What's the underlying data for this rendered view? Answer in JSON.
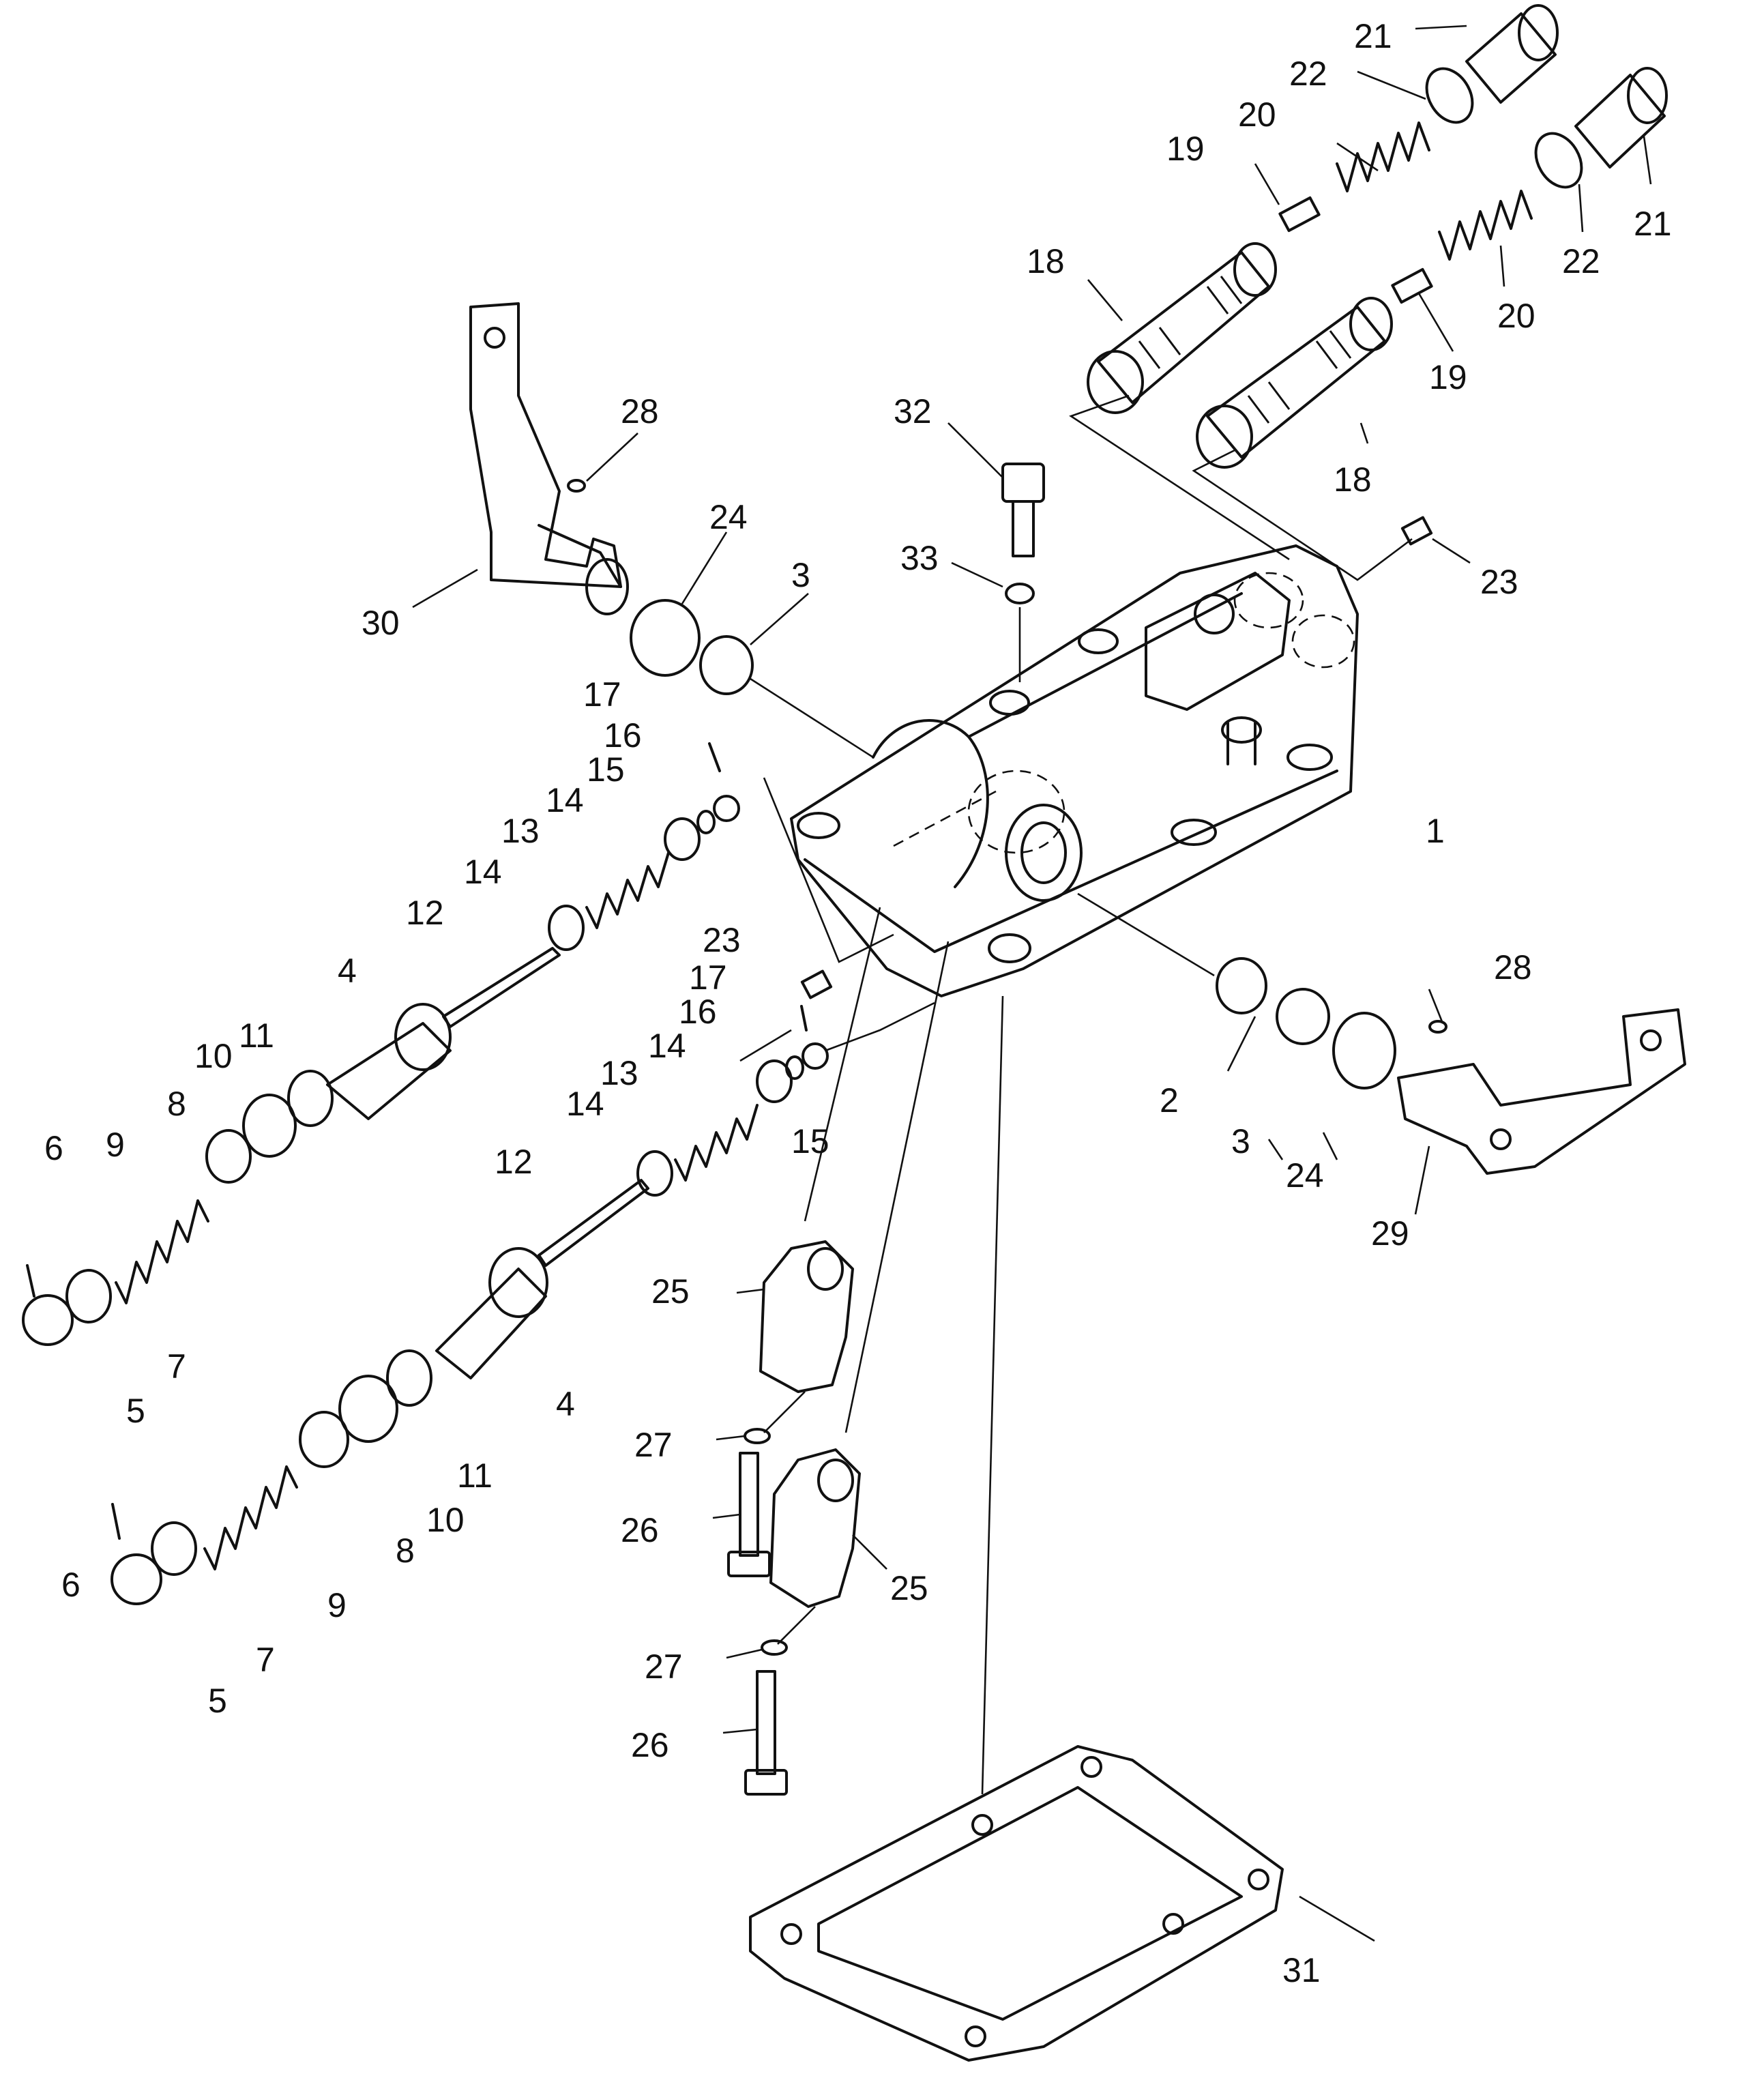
{
  "labels": [
    {
      "n": "1"
    },
    {
      "n": "2"
    },
    {
      "n": "3"
    },
    {
      "n": "3"
    },
    {
      "n": "4"
    },
    {
      "n": "4"
    },
    {
      "n": "5"
    },
    {
      "n": "5"
    },
    {
      "n": "6"
    },
    {
      "n": "6"
    },
    {
      "n": "7"
    },
    {
      "n": "7"
    },
    {
      "n": "8"
    },
    {
      "n": "8"
    },
    {
      "n": "9"
    },
    {
      "n": "9"
    },
    {
      "n": "10"
    },
    {
      "n": "10"
    },
    {
      "n": "11"
    },
    {
      "n": "11"
    },
    {
      "n": "12"
    },
    {
      "n": "12"
    },
    {
      "n": "13"
    },
    {
      "n": "13"
    },
    {
      "n": "14"
    },
    {
      "n": "14"
    },
    {
      "n": "14"
    },
    {
      "n": "14"
    },
    {
      "n": "15"
    },
    {
      "n": "15"
    },
    {
      "n": "16"
    },
    {
      "n": "16"
    },
    {
      "n": "17"
    },
    {
      "n": "17"
    },
    {
      "n": "18"
    },
    {
      "n": "18"
    },
    {
      "n": "19"
    },
    {
      "n": "19"
    },
    {
      "n": "20"
    },
    {
      "n": "20"
    },
    {
      "n": "21"
    },
    {
      "n": "21"
    },
    {
      "n": "22"
    },
    {
      "n": "22"
    },
    {
      "n": "23"
    },
    {
      "n": "23"
    },
    {
      "n": "24"
    },
    {
      "n": "24"
    },
    {
      "n": "25"
    },
    {
      "n": "25"
    },
    {
      "n": "26"
    },
    {
      "n": "26"
    },
    {
      "n": "27"
    },
    {
      "n": "27"
    },
    {
      "n": "28"
    },
    {
      "n": "28"
    },
    {
      "n": "29"
    },
    {
      "n": "30"
    },
    {
      "n": "31"
    },
    {
      "n": "32"
    },
    {
      "n": "33"
    }
  ]
}
